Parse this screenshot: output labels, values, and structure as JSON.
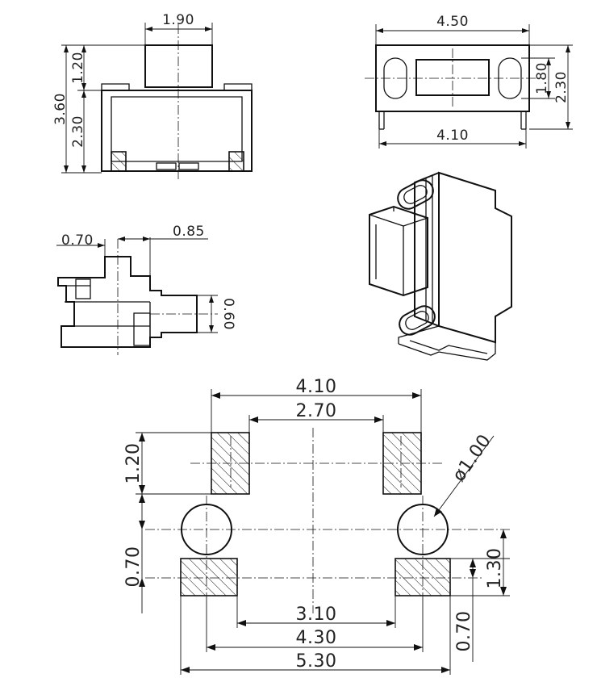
{
  "top_view": {
    "dim_plunger_width": "1.90",
    "dim_height_total": "3.60",
    "dim_plunger_height": "1.20",
    "dim_body_height": "2.30"
  },
  "front_view": {
    "dim_width": "4.50",
    "dim_lead_span": "4.10",
    "dim_slot_height": "1.80",
    "dim_body_height": "2.30"
  },
  "side_view": {
    "dim_step": "0.70",
    "dim_offset": "0.85",
    "dim_plunger": "0.60"
  },
  "footprint": {
    "dim_outer_pad_span": "4.10",
    "dim_inner_pad_gap": "2.70",
    "dim_pad_height": "1.20",
    "dim_hole_dia": "ø1.00",
    "dim_pad_pitch_v": "0.70",
    "dim_hole_to_pad": "1.30",
    "dim_bottom_gap": "3.10",
    "dim_bottom_span": "4.30",
    "dim_total_span": "5.30",
    "dim_bottom_pad_h": "0.70"
  }
}
